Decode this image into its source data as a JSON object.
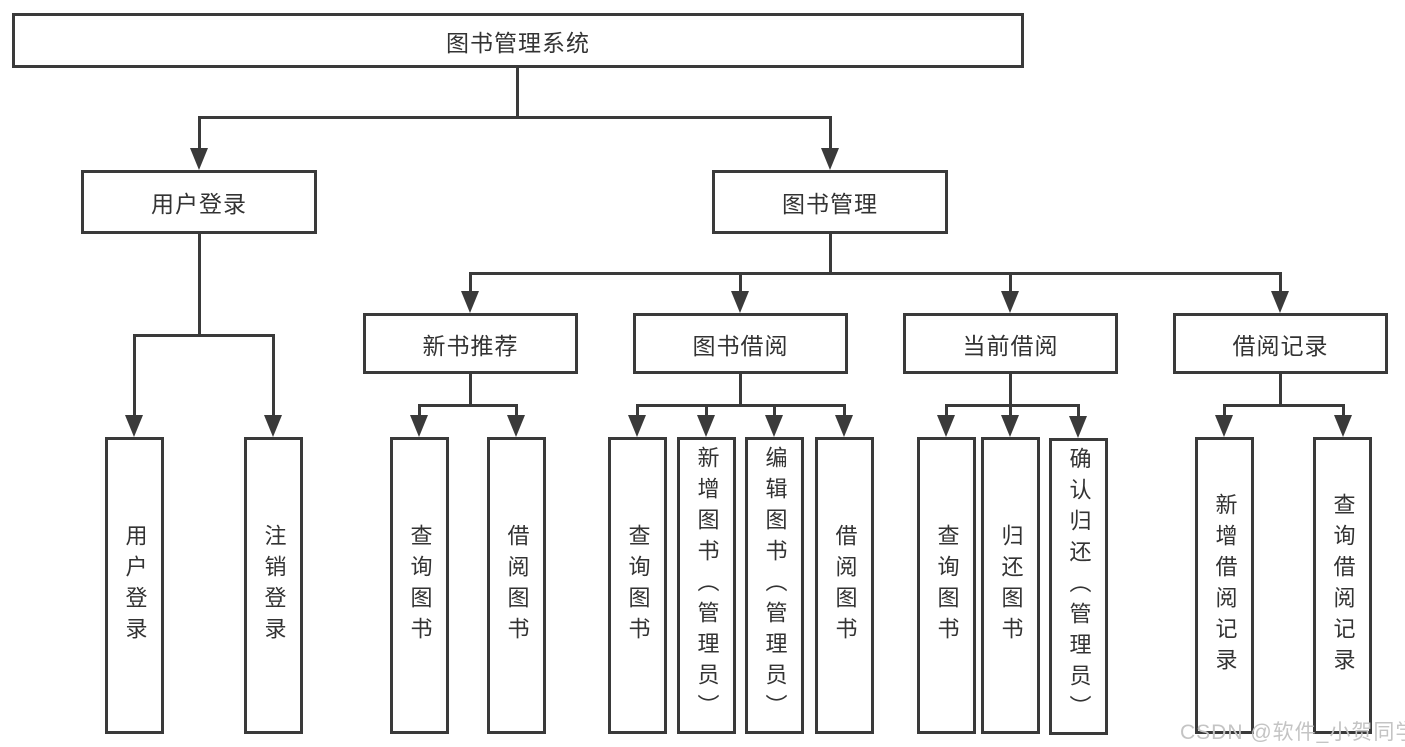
{
  "diagram": {
    "root": "图书管理系统",
    "level1": {
      "user_login": "用户登录",
      "book_mgmt": "图书管理"
    },
    "level2": {
      "new_books": "新书推荐",
      "book_borrow": "图书借阅",
      "current_borrow": "当前借阅",
      "borrow_records": "借阅记录"
    },
    "leaves": {
      "user_login": "用户登录",
      "logout": "注销登录",
      "nb_query": "查询图书",
      "nb_borrow": "借阅图书",
      "bw_query": "查询图书",
      "bw_add": "新增图书（管理员）",
      "bw_edit": "编辑图书（管理员）",
      "bw_borrow": "借阅图书",
      "cur_query": "查询图书",
      "cur_return": "归还图书",
      "cur_confirm": "确认归还（管理员）",
      "rec_add": "新增借阅记录",
      "rec_query": "查询借阅记录"
    },
    "colors": {
      "line": "#3a3a3a",
      "text": "#333333",
      "box_bg": "#ffffff"
    }
  },
  "watermark": {
    "text": "CSDN @软件_小贺同学",
    "color": "#c4c4c4"
  }
}
